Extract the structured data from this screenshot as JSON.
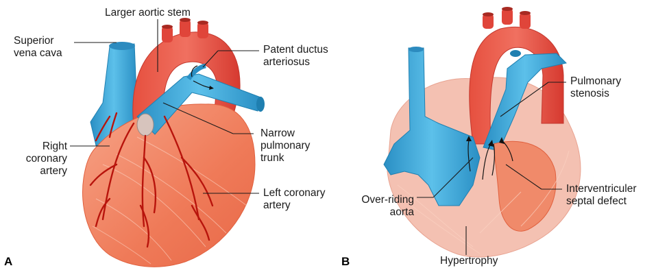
{
  "panels": [
    {
      "letter": "A",
      "labels": {
        "larger_aortic_stem": "Larger aortic stem",
        "superior_vena_cava": [
          "Superior",
          "vena cava"
        ],
        "patent_ductus_arteriosus": [
          "Patent ductus",
          "arteriosus"
        ],
        "narrow_pulmonary_trunk": [
          "Narrow",
          "pulmonary",
          "trunk"
        ],
        "right_coronary_artery": [
          "Right",
          "coronary",
          "artery"
        ],
        "left_coronary_artery": [
          "Left coronary",
          "artery"
        ]
      }
    },
    {
      "letter": "B",
      "labels": {
        "pulmonary_stenosis": [
          "Pulmonary",
          "stenosis"
        ],
        "interventricular_septal_defect": [
          "Interventriculer",
          "septal defect"
        ],
        "over_riding_aorta": [
          "Over-riding",
          "aorta"
        ],
        "hypertrophy": "Hypertrophy"
      }
    }
  ],
  "colors": {
    "aorta_red": "#e0453a",
    "vein_blue": "#3aa0d4",
    "heart_muscle": "#f08a6a",
    "muscle_highlight": "#f6b7a0",
    "hypertrophy_pink": "#f4c1b2",
    "coronary_red": "#b8140c",
    "leader_line": "#1a1a1a"
  }
}
